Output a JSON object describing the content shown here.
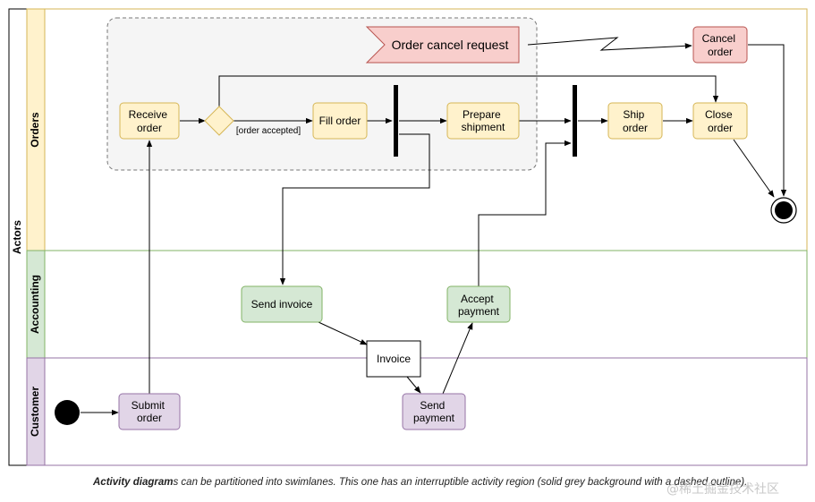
{
  "pool": {
    "label": "Actors"
  },
  "lanes": {
    "orders": "Orders",
    "accounting": "Accounting",
    "customer": "Customer"
  },
  "nodes": {
    "receive_order": [
      "Receive",
      "order"
    ],
    "fill_order": [
      "Fill order"
    ],
    "prepare_shipment": [
      "Prepare",
      "shipment"
    ],
    "ship_order": [
      "Ship",
      "order"
    ],
    "close_order": [
      "Close",
      "order"
    ],
    "cancel_order": [
      "Cancel",
      "order"
    ],
    "order_cancel_request": [
      "Order cancel request"
    ],
    "send_invoice": [
      "Send invoice"
    ],
    "accept_payment": [
      "Accept",
      "payment"
    ],
    "invoice": [
      "Invoice"
    ],
    "send_payment": [
      "Send",
      "payment"
    ],
    "submit_order": [
      "Submit",
      "order"
    ]
  },
  "guard": "[order accepted]",
  "caption": {
    "bold": "Activity diagram",
    "rest": "s can be partitioned into swimlanes. This one has an interruptible activity region (solid grey background with a dashed outline)."
  },
  "watermark": "@稀土掘金技术社区",
  "colors": {
    "orders_lane": "#fff2cc",
    "orders_border": "#d6b656",
    "accounting_lane": "#d5e8d4",
    "accounting_border": "#82b366",
    "customer_lane": "#e1d5e7",
    "customer_border": "#9673a6",
    "cancel_fill": "#f8cecc",
    "cancel_border": "#b85450"
  }
}
